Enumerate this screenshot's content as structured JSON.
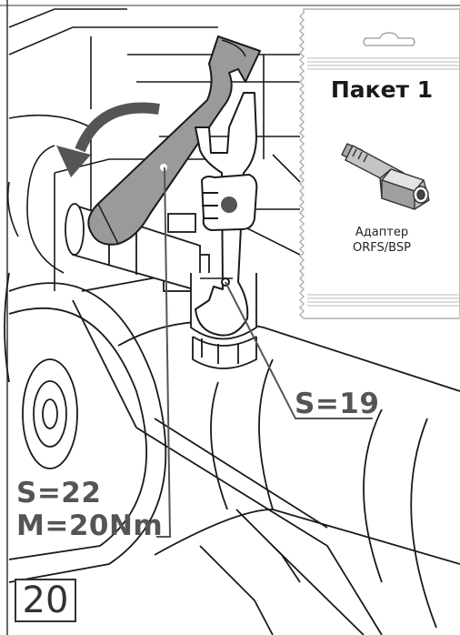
{
  "package": {
    "title": "Пакет 1",
    "caption_line1": "Адаптер",
    "caption_line2": "ORFS/BSP"
  },
  "callouts": {
    "small_wrench": "S=19",
    "large_wrench_size": "S=22",
    "large_wrench_torque": "M=20Nm"
  },
  "step_number": "20",
  "icons": [
    "rotation-arrow-icon",
    "hand-hold-icon",
    "hang-hole-icon",
    "adapter-fitting-icon"
  ],
  "colors": {
    "line": "#1a1a1a",
    "wrench_gray": "#9a9a9a",
    "callout_gray": "#555555",
    "package_border": "#b3b3b3"
  }
}
